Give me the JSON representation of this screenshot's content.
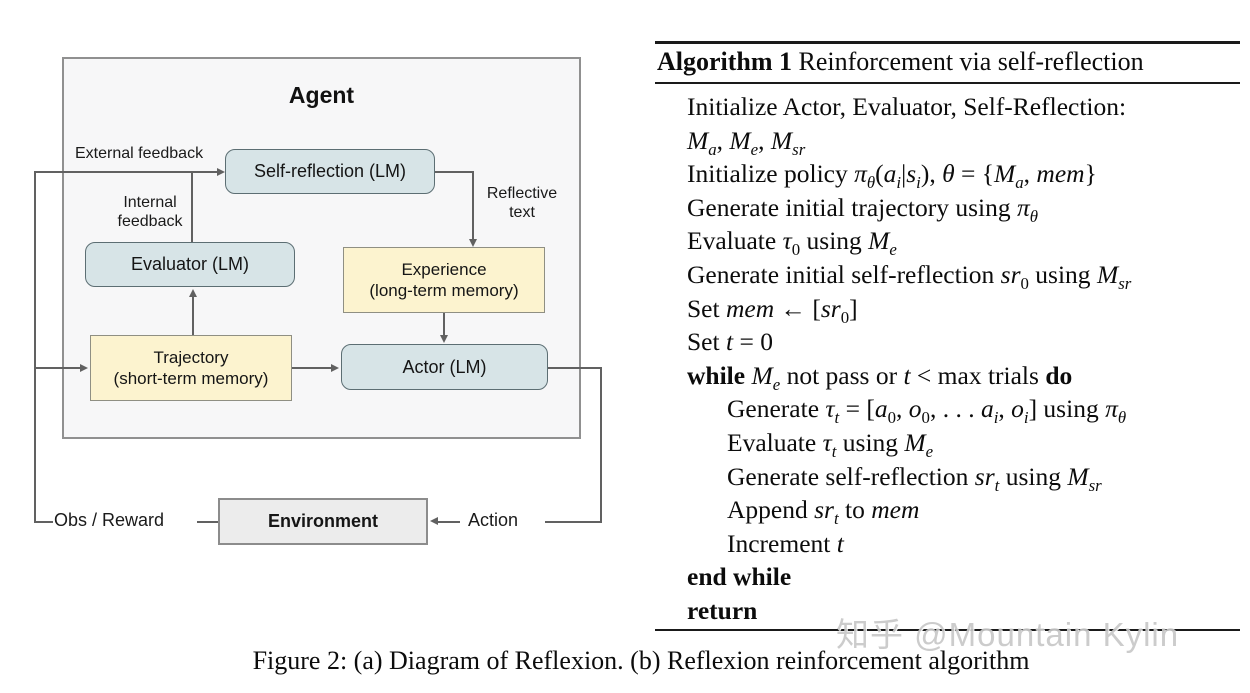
{
  "figure": {
    "caption": "Figure 2: (a) Diagram of Reflexion. (b) Reflexion reinforcement algorithm",
    "watermark": "知乎 @Mountain Kylin"
  },
  "diagram": {
    "agent_title": "Agent",
    "boxes": {
      "self_reflection": "Self-reflection (LM)",
      "evaluator": "Evaluator (LM)",
      "experience_line1": "Experience",
      "experience_line2": "(long-term memory)",
      "trajectory_line1": "Trajectory",
      "trajectory_line2": "(short-term memory)",
      "actor": "Actor (LM)",
      "environment": "Environment"
    },
    "labels": {
      "external_feedback": "External feedback",
      "internal_feedback_line1": "Internal",
      "internal_feedback_line2": "feedback",
      "reflective_text_line1": "Reflective",
      "reflective_text_line2": "text",
      "obs_reward": "Obs / Reward",
      "action": "Action"
    }
  },
  "algorithm": {
    "header_bold": "Algorithm 1",
    "header_rest": " Reinforcement via self-reflection",
    "lines": [
      {
        "indent": 0,
        "parts": [
          {
            "t": "Initialize Actor, Evaluator, Self-Reflection:",
            "s": "rm"
          }
        ]
      },
      {
        "indent": 0,
        "parts": [
          {
            "t": "M",
            "s": "it"
          },
          {
            "t": "a",
            "s": "subit"
          },
          {
            "t": ", ",
            "s": "rm"
          },
          {
            "t": "M",
            "s": "it"
          },
          {
            "t": "e",
            "s": "subit"
          },
          {
            "t": ", ",
            "s": "rm"
          },
          {
            "t": "M",
            "s": "it"
          },
          {
            "t": "sr",
            "s": "subit"
          }
        ]
      },
      {
        "indent": 0,
        "parts": [
          {
            "t": "Initialize policy ",
            "s": "rm"
          },
          {
            "t": "π",
            "s": "it"
          },
          {
            "t": "θ",
            "s": "subit"
          },
          {
            "t": "(",
            "s": "rm"
          },
          {
            "t": "a",
            "s": "it"
          },
          {
            "t": "i",
            "s": "subit"
          },
          {
            "t": "|",
            "s": "rm"
          },
          {
            "t": "s",
            "s": "it"
          },
          {
            "t": "i",
            "s": "subit"
          },
          {
            "t": "), ",
            "s": "rm"
          },
          {
            "t": "θ",
            "s": "it"
          },
          {
            "t": " = {",
            "s": "rm"
          },
          {
            "t": "M",
            "s": "it"
          },
          {
            "t": "a",
            "s": "subit"
          },
          {
            "t": ", ",
            "s": "rm"
          },
          {
            "t": "mem",
            "s": "it"
          },
          {
            "t": "}",
            "s": "rm"
          }
        ]
      },
      {
        "indent": 0,
        "parts": [
          {
            "t": "Generate initial trajectory using ",
            "s": "rm"
          },
          {
            "t": "π",
            "s": "it"
          },
          {
            "t": "θ",
            "s": "subit"
          }
        ]
      },
      {
        "indent": 0,
        "parts": [
          {
            "t": "Evaluate ",
            "s": "rm"
          },
          {
            "t": "τ",
            "s": "it"
          },
          {
            "t": "0",
            "s": "sub"
          },
          {
            "t": " using ",
            "s": "rm"
          },
          {
            "t": "M",
            "s": "it"
          },
          {
            "t": "e",
            "s": "subit"
          }
        ]
      },
      {
        "indent": 0,
        "parts": [
          {
            "t": "Generate initial self-reflection ",
            "s": "rm"
          },
          {
            "t": "sr",
            "s": "it"
          },
          {
            "t": "0",
            "s": "sub"
          },
          {
            "t": " using ",
            "s": "rm"
          },
          {
            "t": "M",
            "s": "it"
          },
          {
            "t": "sr",
            "s": "subit"
          }
        ]
      },
      {
        "indent": 0,
        "parts": [
          {
            "t": "Set ",
            "s": "rm"
          },
          {
            "t": "mem",
            "s": "it"
          },
          {
            "t": " ← [",
            "s": "rm"
          },
          {
            "t": "sr",
            "s": "it"
          },
          {
            "t": "0",
            "s": "sub"
          },
          {
            "t": "]",
            "s": "rm"
          }
        ]
      },
      {
        "indent": 0,
        "parts": [
          {
            "t": "Set ",
            "s": "rm"
          },
          {
            "t": "t",
            "s": "it"
          },
          {
            "t": " = 0",
            "s": "rm"
          }
        ]
      },
      {
        "indent": 0,
        "parts": [
          {
            "t": "while ",
            "s": "bf"
          },
          {
            "t": "M",
            "s": "it"
          },
          {
            "t": "e",
            "s": "subit"
          },
          {
            "t": " not pass or ",
            "s": "rm"
          },
          {
            "t": "t",
            "s": "it"
          },
          {
            "t": " < max trials ",
            "s": "rm"
          },
          {
            "t": "do",
            "s": "bf"
          }
        ]
      },
      {
        "indent": 1,
        "parts": [
          {
            "t": "Generate ",
            "s": "rm"
          },
          {
            "t": "τ",
            "s": "it"
          },
          {
            "t": "t",
            "s": "subit"
          },
          {
            "t": " = [",
            "s": "rm"
          },
          {
            "t": "a",
            "s": "it"
          },
          {
            "t": "0",
            "s": "sub"
          },
          {
            "t": ", ",
            "s": "rm"
          },
          {
            "t": "o",
            "s": "it"
          },
          {
            "t": "0",
            "s": "sub"
          },
          {
            "t": ", . . . ",
            "s": "rm"
          },
          {
            "t": "a",
            "s": "it"
          },
          {
            "t": "i",
            "s": "subit"
          },
          {
            "t": ", ",
            "s": "rm"
          },
          {
            "t": "o",
            "s": "it"
          },
          {
            "t": "i",
            "s": "subit"
          },
          {
            "t": "] using ",
            "s": "rm"
          },
          {
            "t": "π",
            "s": "it"
          },
          {
            "t": "θ",
            "s": "subit"
          }
        ]
      },
      {
        "indent": 1,
        "parts": [
          {
            "t": "Evaluate ",
            "s": "rm"
          },
          {
            "t": "τ",
            "s": "it"
          },
          {
            "t": "t",
            "s": "subit"
          },
          {
            "t": " using ",
            "s": "rm"
          },
          {
            "t": "M",
            "s": "it"
          },
          {
            "t": "e",
            "s": "subit"
          }
        ]
      },
      {
        "indent": 1,
        "parts": [
          {
            "t": "Generate self-reflection ",
            "s": "rm"
          },
          {
            "t": "sr",
            "s": "it"
          },
          {
            "t": "t",
            "s": "subit"
          },
          {
            "t": " using ",
            "s": "rm"
          },
          {
            "t": "M",
            "s": "it"
          },
          {
            "t": "sr",
            "s": "subit"
          }
        ]
      },
      {
        "indent": 1,
        "parts": [
          {
            "t": "Append ",
            "s": "rm"
          },
          {
            "t": "sr",
            "s": "it"
          },
          {
            "t": "t",
            "s": "subit"
          },
          {
            "t": " to ",
            "s": "rm"
          },
          {
            "t": "mem",
            "s": "it"
          }
        ]
      },
      {
        "indent": 1,
        "parts": [
          {
            "t": "Increment ",
            "s": "rm"
          },
          {
            "t": "t",
            "s": "it"
          }
        ]
      },
      {
        "indent": 0,
        "parts": [
          {
            "t": "end while",
            "s": "bf"
          }
        ]
      },
      {
        "indent": 0,
        "parts": [
          {
            "t": "return",
            "s": "bf"
          }
        ]
      }
    ]
  },
  "colors": {
    "box_blue": "#d7e4e7",
    "box_yellow": "#fcf3cf",
    "box_gray": "#ececec",
    "agent_bg": "#f7f7f8",
    "line": "#616161",
    "rule": "#1a1a1a",
    "watermark": "#c8c8c8"
  }
}
